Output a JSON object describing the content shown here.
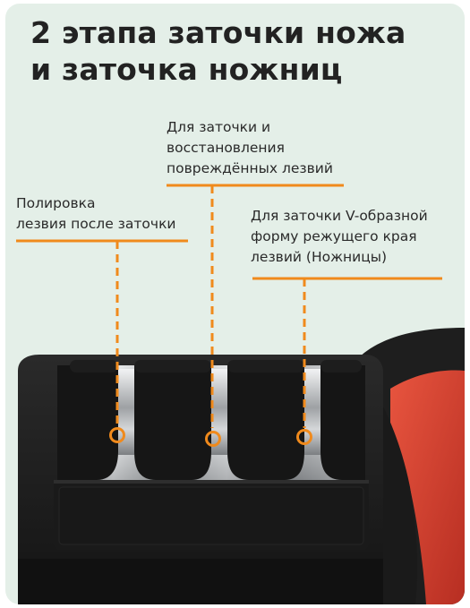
{
  "title": "2 этапа заточки ножа\nи заточка ножниц",
  "callouts": {
    "repair": "Для заточки и\nвосстановления\nповреждённых лезвий",
    "polish": "Полировка\nлезвия после заточки",
    "v_shape": "Для заточки V-образной\nформу режущего края\nлезвий (Ножницы)"
  },
  "colors": {
    "background": "#e4efe8",
    "accent_orange": "#f08a1c",
    "body_black": "#1c1c1c",
    "handle_red": "#d9412f",
    "steel": "#b9bcbf"
  },
  "icons": {
    "slot_marker": "orange-ring-icon"
  }
}
